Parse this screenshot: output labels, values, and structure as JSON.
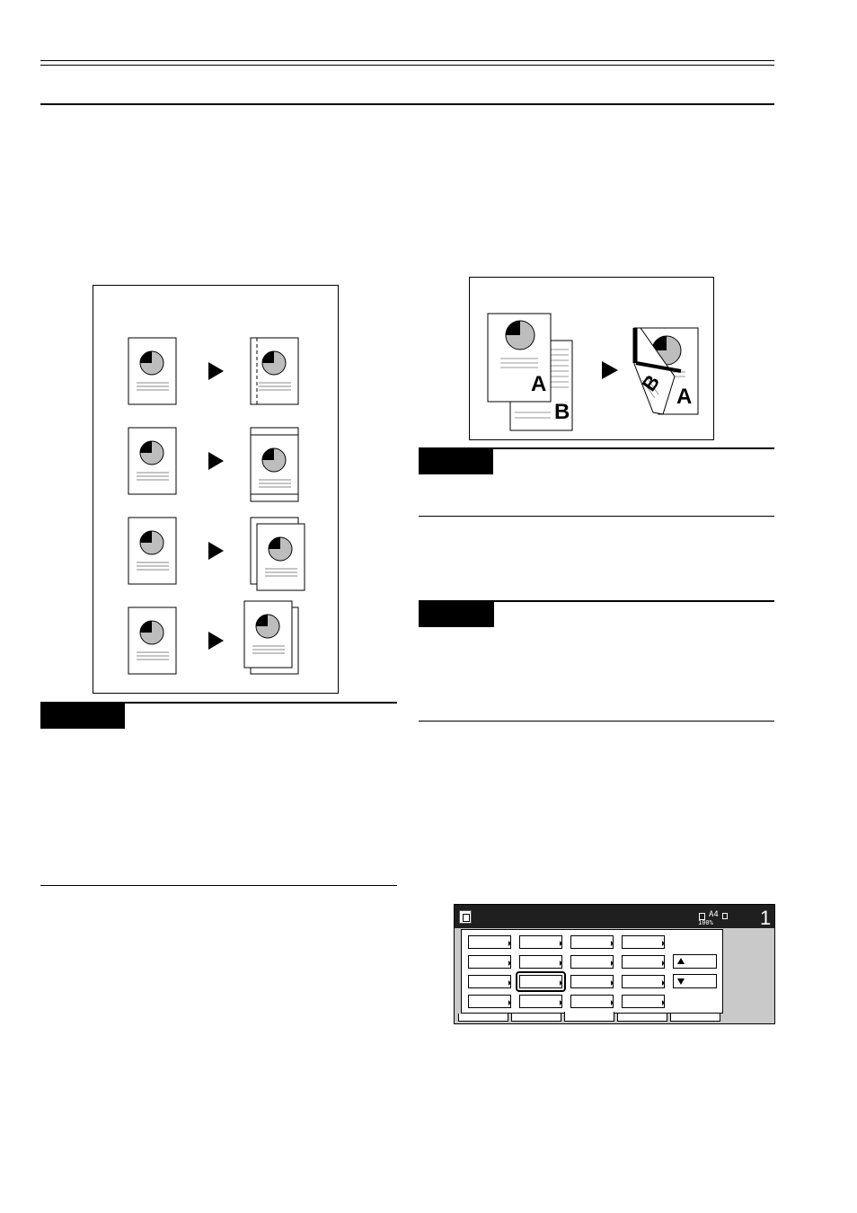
{
  "page_header": {
    "note": ""
  },
  "duplex_illustration": {
    "front_letter": "A",
    "back_letter": "B"
  },
  "operation_panel": {
    "paper_size": "A4",
    "zoom": "100%",
    "copy_count": "1",
    "scroll_up_icon": "triangle-up-icon",
    "scroll_down_icon": "triangle-down-icon",
    "accent_color": "#1f1f1f",
    "panel_color": "#c9c9c9"
  }
}
